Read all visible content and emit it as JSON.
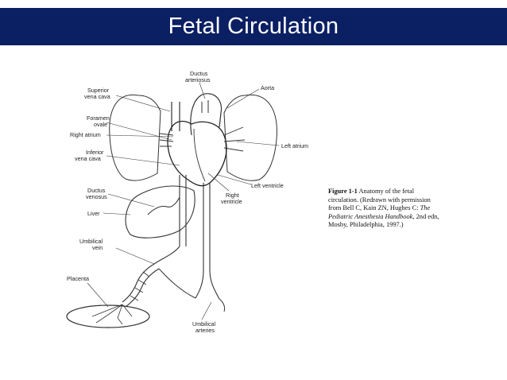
{
  "slide": {
    "title": "Fetal Circulation",
    "title_bar_color": "#0b1f63"
  },
  "diagram": {
    "labels": {
      "ductus_arteriosus_1": "Ductus",
      "ductus_arteriosus_2": "arteriosus",
      "aorta": "Aorta",
      "superior_vena_cava_1": "Superior",
      "superior_vena_cava_2": "vena cava",
      "foramen_ovale_1": "Foramen",
      "foramen_ovale_2": "ovale",
      "right_atrium": "Right atrium",
      "left_atrium": "Left atrium",
      "inferior_vena_cava_1": "Inferior",
      "inferior_vena_cava_2": "vena cava",
      "left_ventricle": "Left ventricle",
      "ductus_venosus_1": "Ductus",
      "ductus_venosus_2": "venosus",
      "right_ventricle_1": "Right",
      "right_ventricle_2": "ventricle",
      "liver": "Liver",
      "umbilical_vein_1": "Umbilical",
      "umbilical_vein_2": "vein",
      "placenta": "Placenta",
      "umbilical_arteries_1": "Umbilical",
      "umbilical_arteries_2": "arteries"
    }
  },
  "caption": {
    "figure_number": "Figure 1-1",
    "text_before_book": "Anatomy of the fetal circulation. (Redrawn with permission from Bell C, Kain ZN, Hughes C:",
    "book_title": "The Pediatric Anesthesia Handbook,",
    "text_after_book": "2nd edn, Mosby, Philadelphia, 1997.)"
  }
}
